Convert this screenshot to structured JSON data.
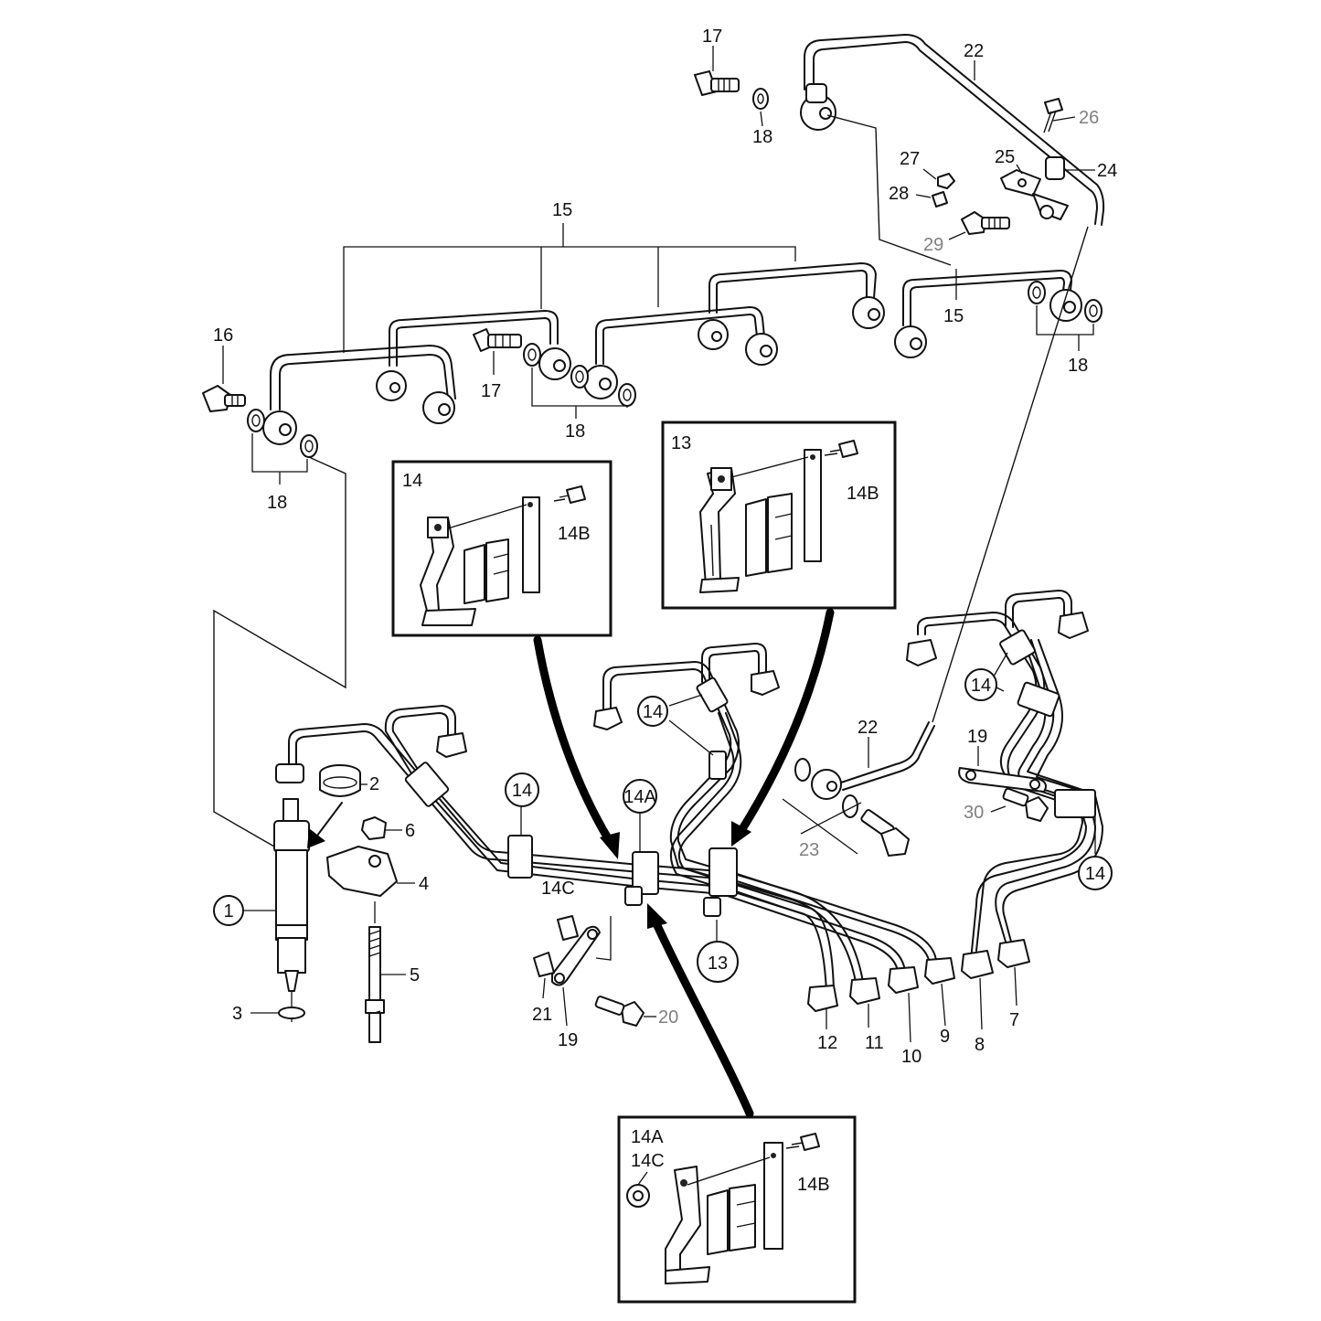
{
  "labels": {
    "l1": "1",
    "l2": "2",
    "l3": "3",
    "l4": "4",
    "l5": "5",
    "l6": "6",
    "l7": "7",
    "l8": "8",
    "l9": "9",
    "l10": "10",
    "l11": "11",
    "l12": "12",
    "l13_callout": "13",
    "l13_box": "13",
    "l14_box": "14",
    "l14_a": "14",
    "l14_b": "14",
    "l14_c": "14",
    "l14_d": "14",
    "l14A_callout": "14A",
    "l14A_box": "14A",
    "l14B_a": "14B",
    "l14B_b": "14B",
    "l14B_c": "14B",
    "l14C_main": "14C",
    "l14C_box": "14C",
    "l15_top": "15",
    "l15_right": "15",
    "l16": "16",
    "l17_top": "17",
    "l17_mid": "17",
    "l18_top": "18",
    "l18_right": "18",
    "l18_mid": "18",
    "l18_left": "18",
    "l19_main": "19",
    "l19_right": "19",
    "l20": "20",
    "l21": "21",
    "l22_top": "22",
    "l22_mid": "22",
    "l23": "23",
    "l24": "24",
    "l25": "25",
    "l26": "26",
    "l27": "27",
    "l28": "28",
    "l29": "29",
    "l30": "30"
  },
  "colors": {
    "line": "#111111",
    "grey_label": "#808080",
    "background": "#ffffff"
  }
}
